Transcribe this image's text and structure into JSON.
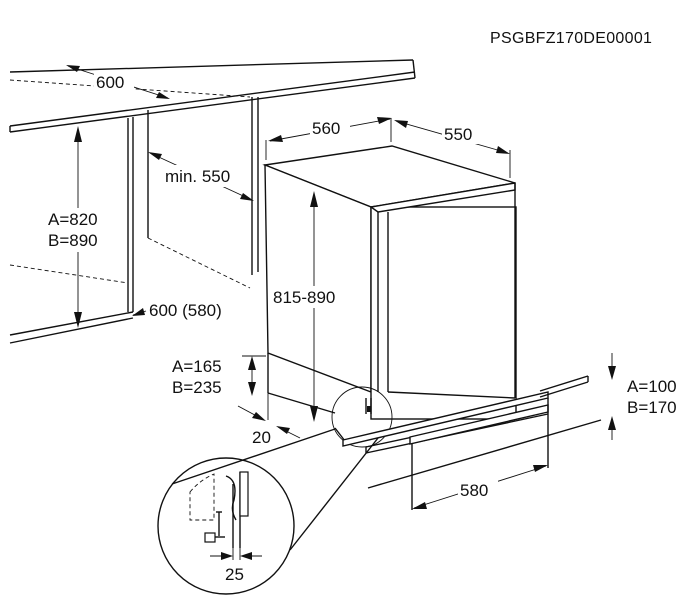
{
  "figure_code": "PSGBFZ170DE00001",
  "dimensions": {
    "niche_depth": "600",
    "appliance_depth": "560",
    "appliance_width": "550",
    "min_width": "min. 550",
    "niche_height_a": "A=820",
    "niche_height_b": "B=890",
    "niche_width": "600 (580)",
    "appliance_height": "815-890",
    "plinth_a": "A=165",
    "plinth_b": "B=235",
    "offset": "20",
    "plinth_right_a": "A=100",
    "plinth_right_b": "B=170",
    "plinth_width": "580",
    "detail_gap": "25"
  }
}
